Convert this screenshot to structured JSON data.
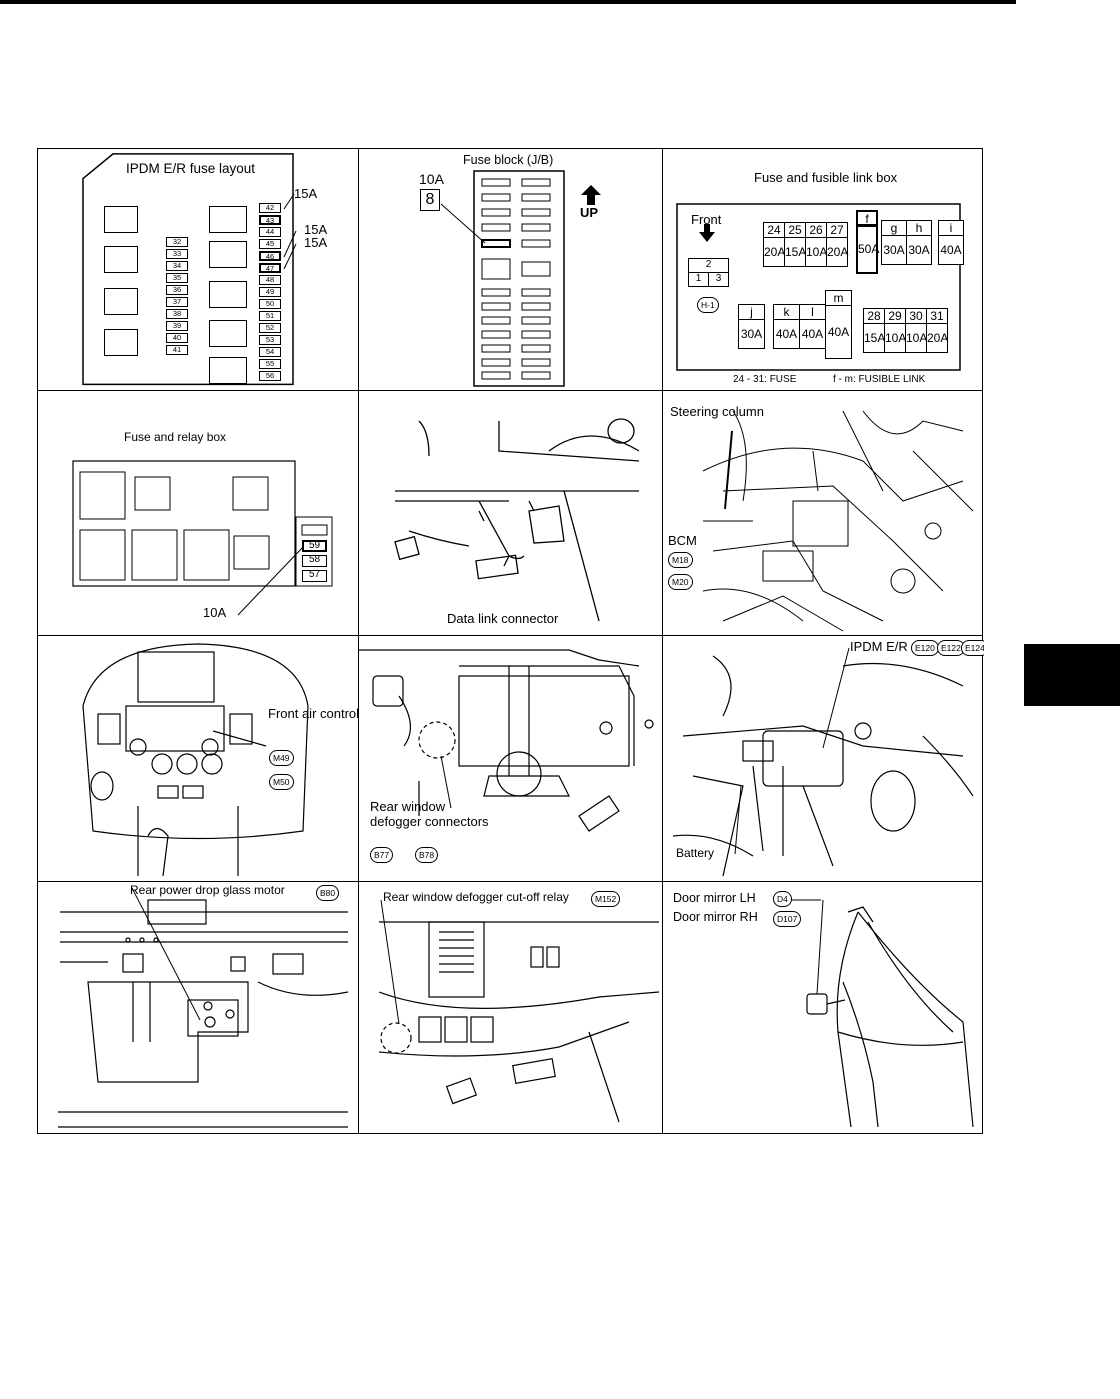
{
  "panels": {
    "ipdm": {
      "title": "IPDM E/R fuse layout",
      "callouts": [
        "15A",
        "15A",
        "15A"
      ],
      "left_column": [
        "32",
        "33",
        "34",
        "35",
        "36",
        "37",
        "38",
        "39",
        "40",
        "41"
      ],
      "right_column": [
        "42",
        "43",
        "44",
        "45",
        "46",
        "47",
        "48",
        "49",
        "50",
        "51",
        "52",
        "53",
        "54",
        "55",
        "56"
      ]
    },
    "fuse_block": {
      "title": "Fuse block (J/B)",
      "amp": "10A",
      "fuse_number": "8",
      "direction": "UP"
    },
    "fusible_link": {
      "title": "Fuse and fusible link box",
      "front": "Front",
      "h1": "H-1",
      "small_box": [
        "2",
        "1",
        "3"
      ],
      "top_nums": [
        "24",
        "25",
        "26",
        "27"
      ],
      "top_amps": [
        "20A",
        "15A",
        "10A",
        "20A"
      ],
      "links_letters": [
        "f",
        "g",
        "h",
        "i"
      ],
      "links_amps": [
        "50A",
        "30A",
        "30A",
        "40A"
      ],
      "bottom_letters": [
        "j",
        "k",
        "l",
        "m"
      ],
      "bottom_amps": [
        "30A",
        "40A",
        "40A",
        "40A"
      ],
      "bottom_nums": [
        "28",
        "29",
        "30",
        "31"
      ],
      "bottom_num_amps": [
        "15A",
        "10A",
        "10A",
        "20A"
      ],
      "legend_fuse": "24 - 31: FUSE",
      "legend_link": "f - m: FUSIBLE LINK"
    },
    "relay_box": {
      "title": "Fuse and relay box",
      "fuses": [
        "59",
        "58",
        "57"
      ],
      "amp": "10A"
    },
    "data_link": {
      "label": "Data link connector"
    },
    "bcm": {
      "steering": "Steering column",
      "bcm": "BCM",
      "connectors": [
        "M18",
        "M20"
      ]
    },
    "front_air": {
      "label": "Front air control",
      "connectors": [
        "M49",
        "M50"
      ]
    },
    "rear_defogger": {
      "label": "Rear window defogger connectors",
      "connectors": [
        "B77",
        "B78"
      ]
    },
    "ipdm_location": {
      "label": "IPDM E/R",
      "connectors": [
        "E120",
        "E122",
        "E124"
      ],
      "battery": "Battery"
    },
    "glass_motor": {
      "label": "Rear power drop glass motor",
      "connector": "B80"
    },
    "cutoff_relay": {
      "label": "Rear window defogger cut-off relay",
      "connector": "M152"
    },
    "door_mirror": {
      "lh": "Door mirror LH",
      "lh_conn": "D4",
      "rh": "Door mirror RH",
      "rh_conn": "D107"
    }
  }
}
